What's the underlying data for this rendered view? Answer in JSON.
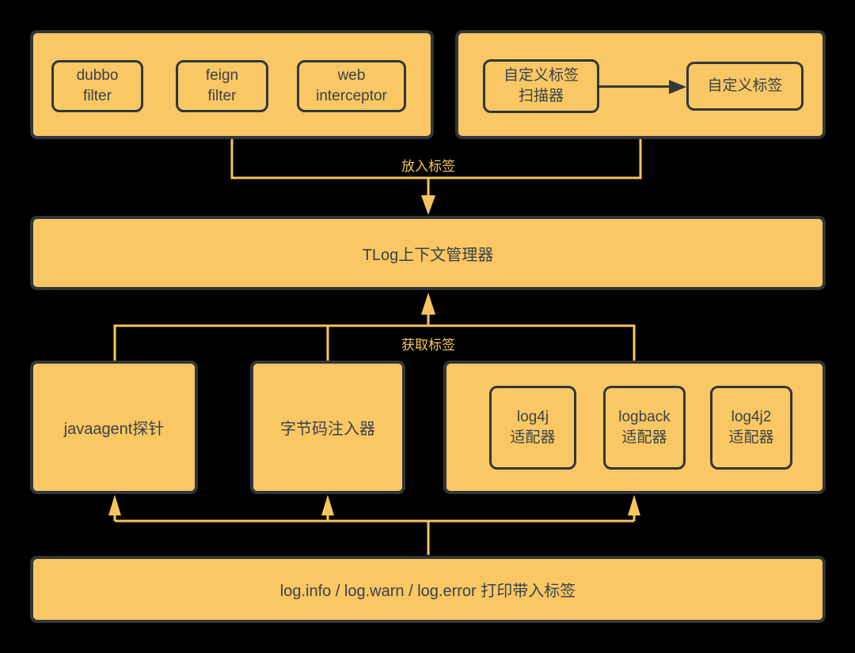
{
  "colors": {
    "background": "#000000",
    "box_fill": "#F9C763",
    "box_border": "#30363C",
    "box_text": "#3B4149",
    "connector": "#F8C45E",
    "dark_arrow": "#33383E"
  },
  "top_left_group": {
    "items": [
      {
        "label": "dubbo\nfilter"
      },
      {
        "label": "feign\nfilter"
      },
      {
        "label": "web\ninterceptor"
      }
    ]
  },
  "top_right_group": {
    "scanner_label": "自定义标签\n扫描器",
    "tag_label": "自定义标签"
  },
  "flow_labels": {
    "put_tag": "放入标签",
    "get_tag": "获取标签"
  },
  "context_manager": {
    "label": "TLog上下文管理器"
  },
  "middle_row": {
    "javaagent_label": "javaagent探针",
    "bytecode_label": "字节码注入器",
    "adapters": [
      {
        "label": "log4j\n适配器"
      },
      {
        "label": "logback\n适配器"
      },
      {
        "label": "log4j2\n适配器"
      }
    ]
  },
  "bottom_box": {
    "label": "log.info / log.warn / log.error 打印带入标签"
  }
}
